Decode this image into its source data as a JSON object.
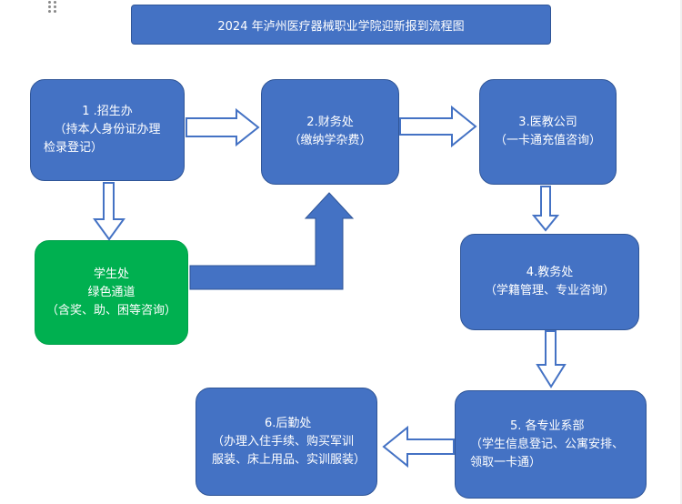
{
  "title": "2024 年泸州医疗器械职业学院迎新报到流程图",
  "nodes": {
    "n1": [
      "1 .招生办",
      "（持本人身份证办理",
      "检录登记）"
    ],
    "n2": [
      "2.财务处",
      "（缴纳学杂费）"
    ],
    "n3": [
      "3.医教公司",
      "（一卡通充值咨询）"
    ],
    "n_green": [
      "学生处",
      "绿色通道",
      "（含奖、助、困等咨询）"
    ],
    "n4": [
      "4.教务处",
      "（学籍管理、专业咨询）"
    ],
    "n5": [
      "5.   各专业系部",
      "（学生信息登记、公寓安排、",
      "领取一卡通）"
    ],
    "n6": [
      "6.后勤处",
      "（办理入住手续、购买军训",
      "服装、床上用品、实训服装）"
    ]
  },
  "colors": {
    "box_blue": "#4472c4",
    "box_green": "#00b050",
    "arrow_fill": "#ffffff",
    "arrow_stroke": "#4472c4"
  }
}
